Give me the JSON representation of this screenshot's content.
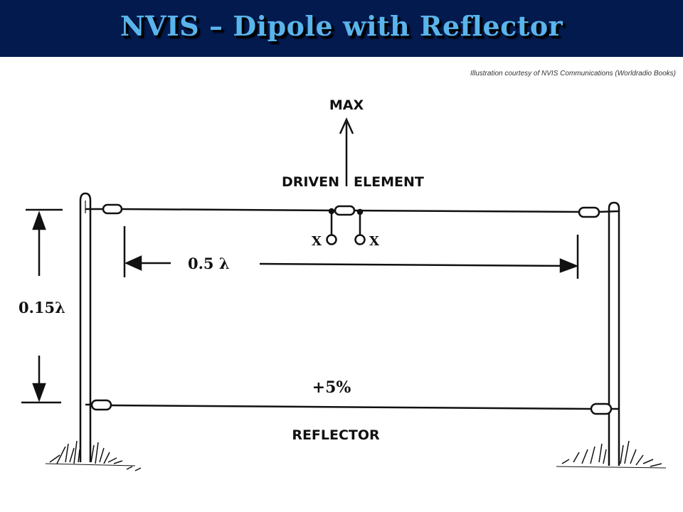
{
  "title": "NVIS – Dipole with Reflector",
  "credit": "Illustration courtesy of NVIS Communications (Worldradio Books)",
  "diagram": {
    "max_label": "MAX",
    "driven_label_left": "DRIVEN",
    "driven_label_right": "ELEMENT",
    "feed_left": "X",
    "feed_right": "X",
    "length_label": "0.5 λ",
    "height_label": "0.15λ",
    "reflector_extra": "+5%",
    "reflector_label": "REFLECTOR"
  },
  "colors": {
    "title_bar": "#031a4f",
    "title_text": "#5ab4ec",
    "ink": "#111111"
  }
}
